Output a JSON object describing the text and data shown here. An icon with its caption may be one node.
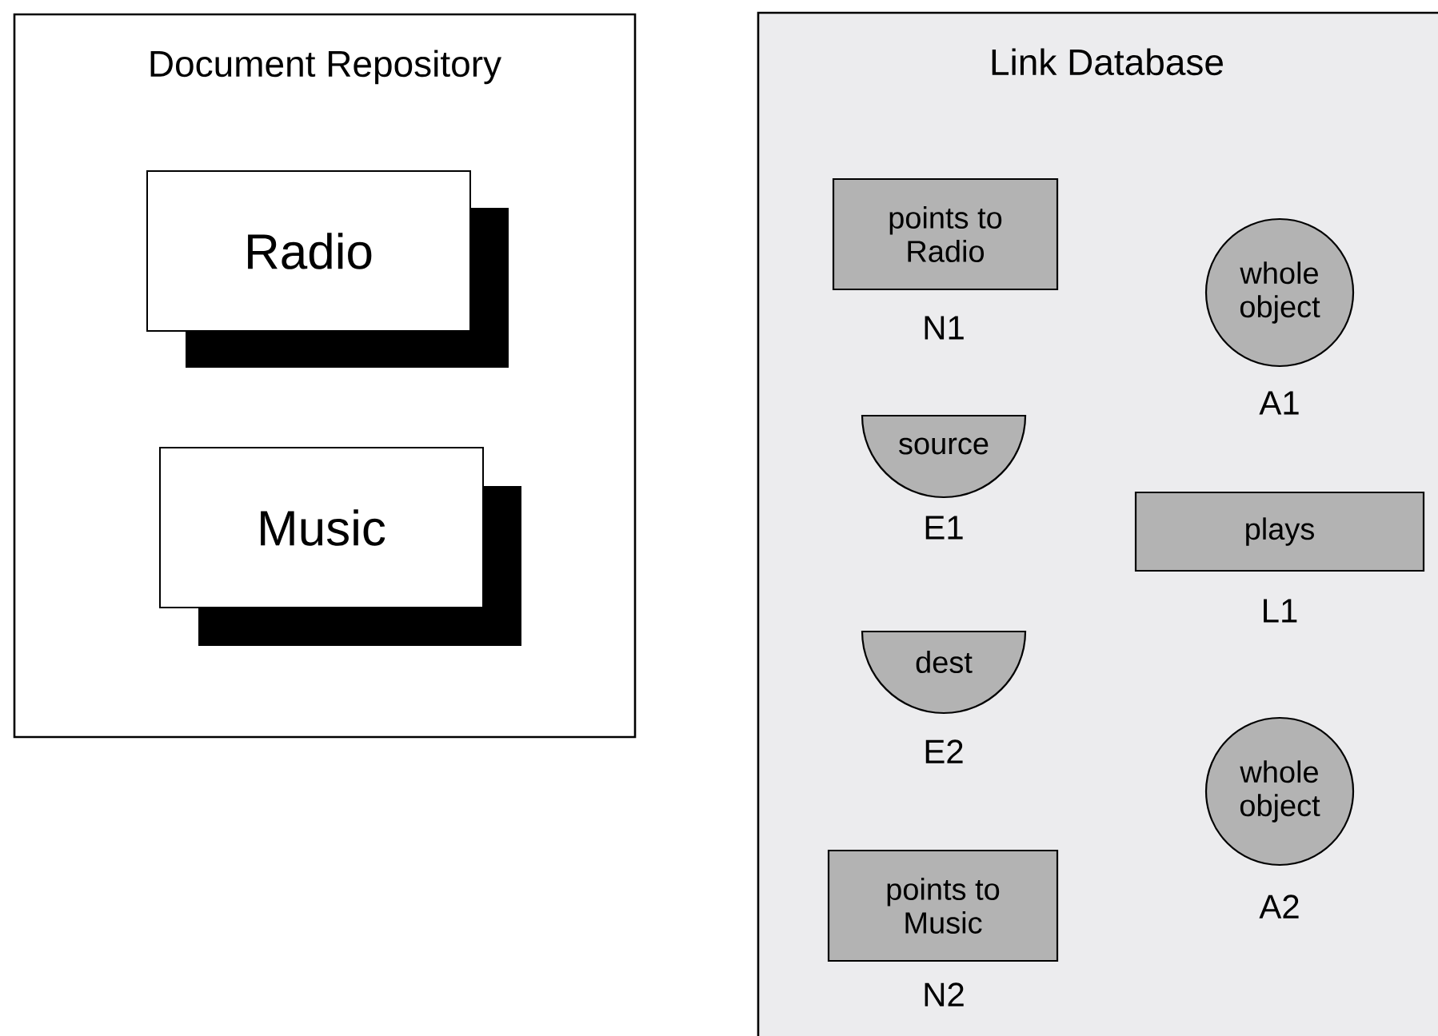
{
  "diagram": {
    "nodes": [
      {
        "text": [
          "Document Repository"
        ]
      },
      {
        "text": [
          "Radio"
        ],
        "in": 0
      },
      {
        "text": [
          "Music"
        ],
        "in": 0
      },
      {
        "text": [
          "Link Database"
        ]
      },
      {
        "text": [
          "points to Radio"
        ],
        "in": 3,
        "beside": [
          "N1"
        ]
      },
      {
        "text": [
          "whole object"
        ],
        "in": 3,
        "beside": [
          "A1"
        ]
      },
      {
        "text": [
          "source"
        ],
        "in": 3,
        "beside": [
          "E1"
        ]
      },
      {
        "text": [
          "plays"
        ],
        "in": 3,
        "beside": [
          "L1"
        ]
      },
      {
        "text": [
          "dest"
        ],
        "in": 3,
        "beside": [
          "E2"
        ]
      },
      {
        "text": [
          "whole object"
        ],
        "in": 3,
        "beside": [
          "A2"
        ]
      },
      {
        "text": [
          "points to Music"
        ],
        "in": 3,
        "beside": [
          "N2"
        ]
      }
    ],
    "edges": []
  }
}
